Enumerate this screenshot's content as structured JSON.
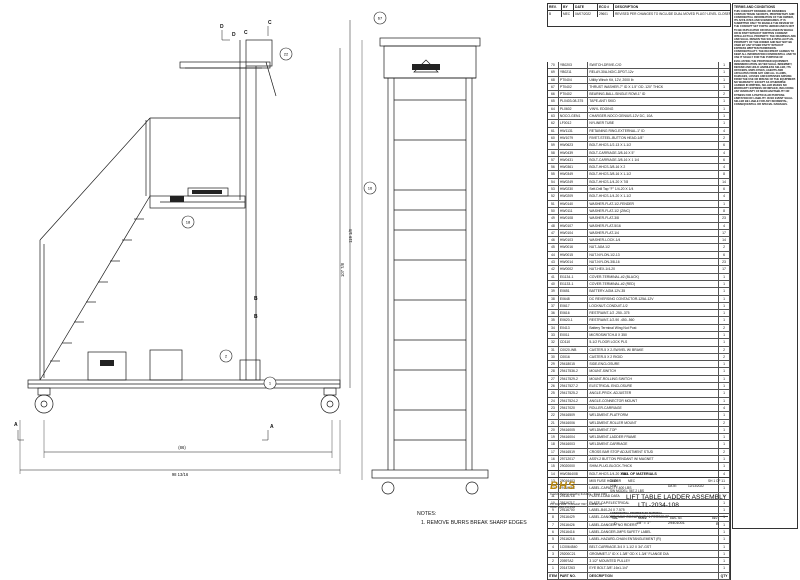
{
  "revision_block": {
    "headers": [
      "REV.",
      "BY",
      "DATE",
      "ECO #",
      "DESCRIPTION"
    ],
    "row": [
      "B",
      "MEC",
      "04/07/2022",
      "29601",
      "REVISED PER CHANGES TO INCLUDE DUAL MOVED PLUG? LEVEL CLOSER TO THE TOP?"
    ]
  },
  "terms": {
    "title": "TERMS AND CONDITIONS",
    "body": "THIS CONCEPT DRAWING OR DRAWINGS CONTAIN TRADE SECRETS, PROPRIETARY AND CONFIDENTIAL INFORMATION OF THE OWNER, ITS AFFILIATES AND SUBSIDIARIES. IT IS SUBMITTED ONLY TO ENABLE THE REVIEW OF THE CONCEPT SET FORTH HEREIN AND IS NOT TO BE DUPLICATED OR DISCLOSED IN WHOLE OR IN PART WITHOUT WRITTEN CONSENT. INTELLECTUAL PROPERTY. THE DRAWINGS ARE AND SHALL REMAIN THE SOLE INTELLECTUAL PROPERTY OF THE OWNER AND MAY NOT BE USED BY ANY OTHER PARTY WITHOUT EXPRESS WRITTEN PERMISSION. CONFIDENTIALITY. THE RECIPIENT AGREES TO KEEP ALL INFORMATION CONFIDENTIAL AND TO USE IT SOLELY FOR THE PURPOSE OF EVALUATING THE PROPOSED EQUIPMENT. INDEMNIFICATION. BUYER SHALL INDEMNIFY, DEFEND AND HOLD HARMLESS SELLER, ITS OFFICERS, EMPLOYEES, AGENTS AND AFFILIATES FROM ANY AND ALL CLAIMS, DAMAGES, LOSSES AND EXPENSES ARISING FROM THE USE OR MISUSE OF THE EQUIPMENT. NO WARRANTY, EXCEPT AS OTHERWISE AGREED IN WRITING, SELLER MAKES NO WARRANTY EXPRESS OR IMPLIED, INCLUDING ANY WARRANTY OF MERCHANTABILITY OR FITNESS FOR A PARTICULAR PURPOSE. LIMITATION OF LIABILITY. IN NO EVENT SHALL SELLER BE LIABLE FOR ANY INCIDENTAL, CONSEQUENTIAL OR SPECIAL DAMAGES."
  },
  "bom": {
    "header": [
      "ITEM",
      "PART NO.",
      "DESCRIPTION",
      "QTY"
    ],
    "title": "BILL OF MATERIALS",
    "rows": [
      [
        "70",
        "YB0203",
        "SWITCH-DRIVE-C/O",
        "1"
      ],
      [
        "69",
        "YB0211",
        "RELAY-30A-NO/C-DPDT-12v",
        "1"
      ],
      [
        "68",
        "PT0404",
        "Utility Winch Kit, 12V, 2000 lb",
        "1"
      ],
      [
        "67",
        "PT0402",
        "THRUST WASHER-7\" ID X 1.5\" OD .120\" THICK",
        "1"
      ],
      [
        "66",
        "PT0402",
        "BEARING-BALL-SINGLE ROW-1\" ID",
        "2"
      ],
      [
        "65",
        "PL0403-08-375",
        "TAPE-ANTI SKID",
        "1"
      ],
      [
        "64",
        "PL0602",
        "VINYL EDGING",
        "1"
      ],
      [
        "63",
        "NOCO-GEN1",
        "CHARGER-NOCO GENIUS-12V DC, 10A",
        "1"
      ],
      [
        "62",
        "LF0012",
        "NYLINER TUBE",
        "1"
      ],
      [
        "61",
        "HW1131",
        "RETAINING RING-EXTERNAL-1\" ID",
        "4"
      ],
      [
        "60",
        "HW1079",
        "RIVET-STEEL-BUTTON HEAD-1/8\"",
        "2"
      ],
      [
        "59",
        "HW0623",
        "BOLT-HHCS-1/2-13 X 1-1/2",
        "6"
      ],
      [
        "58",
        "HW0439",
        "BOLT-CARRIAGE-3/8-16 X 5\"",
        "4"
      ],
      [
        "57",
        "HW0431",
        "BOLT-CARRIAGE-3/8-16 X 1 1/4",
        "6"
      ],
      [
        "56",
        "HW0361",
        "BOLT-HHCS-3/8-16 X 2",
        "4"
      ],
      [
        "55",
        "HW0349",
        "BOLT-HHCS-3/8-16 X 1-1/2",
        "8"
      ],
      [
        "54",
        "HW0249",
        "BOLT-HHCS-1/4-20 X 7/8",
        "14"
      ],
      [
        "53",
        "HW0230",
        "Self-Drill Tap \"F\" 1/4-20 X 1/4",
        "6"
      ],
      [
        "52",
        "HW0209",
        "BOLT-HHCS-1/4-20 X 1-1/2",
        "4"
      ],
      [
        "51",
        "HW0140",
        "WASHER-FLAT-1/2-FENDER",
        "1"
      ],
      [
        "50",
        "HW0111",
        "WASHER-FLAT-1/2 (ZINC)",
        "8"
      ],
      [
        "49",
        "HW0108",
        "WASHER-FLAT-3/8",
        "23"
      ],
      [
        "48",
        "HW0107",
        "WASHER-FLAT-5/16",
        "4"
      ],
      [
        "47",
        "HW0104",
        "WASHER-FLAT-1/4",
        "17"
      ],
      [
        "46",
        "HW0103",
        "WASHER-LOCK-1/4",
        "14"
      ],
      [
        "45",
        "HW0016",
        "NUT-JAM-1/2",
        "2"
      ],
      [
        "44",
        "HW0015",
        "NUT-NYLON-1/2-13",
        "6"
      ],
      [
        "43",
        "HW0014",
        "NUT-NYLON-3/8-16",
        "23"
      ],
      [
        "42",
        "HW0002",
        "NUT-HEX-1/4-20",
        "17"
      ],
      [
        "41",
        "EI1134-1",
        "COVER-TERMINAL-#2 (BLACK)",
        "1"
      ],
      [
        "40",
        "EI1133-1",
        "COVER-TERMINAL-#2 (RED)",
        "1"
      ],
      [
        "39",
        "E0651",
        "BATTERY-AGM-12V-35",
        "1"
      ],
      [
        "38",
        "E0648",
        "DC REVERSING CONTACTOR-125A-12V",
        "1"
      ],
      [
        "37",
        "E0617",
        "LOCKNUT-CONDUIT-1/2",
        "1"
      ],
      [
        "36",
        "E0616",
        "RESTRAINT-1/2 .250-.375",
        "1"
      ],
      [
        "35",
        "E0620-1",
        "RESTRAINT-1/2-90 .450-.560",
        "1"
      ],
      [
        "34",
        "E0413",
        "Battery Terminal Wing Nut Post",
        "2"
      ],
      [
        "33",
        "E0011",
        "MICROSWITCH-8 X 350",
        "1"
      ],
      [
        "32",
        "CD110",
        "5-1/2 FLOOR LOCK PLS",
        "1"
      ],
      [
        "31",
        "C0020-WB",
        "CASTER-5 X 2-SWIVEL W/ BRAKE",
        "2"
      ],
      [
        "30",
        "C0016",
        "CASTER-5 X 2 RIGID",
        "2"
      ],
      [
        "29",
        "29418015",
        "SIDE-ENCLOSURE",
        "1"
      ],
      [
        "28",
        "29417536-2",
        "MOUNT-SWITCH",
        "1"
      ],
      [
        "27",
        "29417529-2",
        "MOUNT-ROLLING SWITCH",
        "1"
      ],
      [
        "26",
        "29417527-2",
        "ELECTRICAL ENCLOSURE",
        "1"
      ],
      [
        "25",
        "29417525-2",
        "ANGLE-PROX. ADJUSTER",
        "1"
      ],
      [
        "24",
        "29417524-2",
        "ANGLE-CONNECTOR MOUNT",
        "1"
      ],
      [
        "23",
        "29417020",
        "ROLLER-CARRIAGE",
        "4"
      ],
      [
        "22",
        "29416509",
        "WELDMENT-PLATFORM",
        "1"
      ],
      [
        "21",
        "29416006",
        "WELDMENT-ROLLER MOUNT",
        "2"
      ],
      [
        "20",
        "29416005",
        "WELDMENT-TOP",
        "1"
      ],
      [
        "19",
        "29416004",
        "WELDMENT-LADDER FRAME",
        "1"
      ],
      [
        "18",
        "29416003",
        "WELDMENT-CARRIAGE",
        "1"
      ],
      [
        "17",
        "29416519",
        "CROSS BAR STOP ADJUSTMENT STUD",
        "2"
      ],
      [
        "16",
        "29712017",
        "ASSY-2 BUTTON PENDANT W/ MAGNET",
        "1"
      ],
      [
        "15",
        "29020000",
        "SHIM-PLUG-BLOCK-THICK",
        "1"
      ],
      [
        "14",
        "HW0364/08",
        "BOLT-HHCS-1/4-20 X 5/8",
        "4"
      ],
      [
        "13",
        "29016403",
        "M05 FUSE HOLDER",
        "1"
      ],
      [
        "12",
        "29116758",
        "LABEL-CAPACITY-400 LBS",
        "1"
      ],
      [
        "11",
        "29116718",
        "PLATE-LOAD DATA",
        "1"
      ],
      [
        "10",
        "29116717",
        "PLATE-CAP.ELECTRICAL",
        "1"
      ],
      [
        "9",
        "29116700",
        "LABEL-B40-24 X 7.575",
        "1"
      ],
      [
        "8",
        "29116429",
        "LABEL-DANGER-\"MAX OCCUPANCY 1 PERSONS\"",
        "1"
      ],
      [
        "7",
        "29116426",
        "LABEL-DANGER-\"NO RIDERS\"",
        "1"
      ],
      [
        "6",
        "29116416",
        "LABEL-DANGER-JMPS SAFETY LABEL",
        "1"
      ],
      [
        "5",
        "29116216",
        "LABEL-HAZARD-CHAIN ENTANGLEMENT (R)",
        "1"
      ],
      [
        "4",
        "1C0064540",
        "BELT-CARRIAGE-3/4 X 1-1/2 X 34\"-GST",
        "1"
      ],
      [
        "3",
        "29200C21",
        "GROMMET-1\" ID X 1-3/8\" OD X 1-3/4\" FLANGE DIA",
        "1"
      ],
      [
        "2",
        "20597A2",
        "3 1/2\" MOUNTED PULLEY",
        "1"
      ],
      [
        "1",
        "20147263",
        "EYE BOLT-3/8\"-16x1-1/4\"",
        "1"
      ]
    ]
  },
  "title_block": {
    "company": "BHS",
    "tagline": "Custom Material Handling Solutions - Since 1979",
    "contact": "P.O. BOX 2668 · 3700 EAST HWY · JASPER, AL 35502 · (800) 454-5505",
    "dwn_label": "DWN:",
    "dwn": "MEC",
    "sheet": "SH 1 OF 1",
    "chk_label": "CHK:",
    "date_label": "DATE:",
    "date": "12/13/2022",
    "sw_model": "SW MODEL: 567.2 LBS",
    "title_line1": "LIFT TABLE LADDER ASSEMBLY",
    "title_line2": "LTL-2034-108",
    "confidential": "CONFIDENTIAL PROPRIETARY MATERIAL",
    "size_label": "SIZE",
    "size": "D",
    "scale_label": "SCALE",
    "scale": "1/8\" = 1\"",
    "dwg_label": "DWG. NO.",
    "dwg_no": "29401001",
    "rev_label": "REV.",
    "rev": "B"
  },
  "drawing": {
    "dims": {
      "d_overall_width": "98 13/16",
      "d_base": "(86)",
      "d_height_right": "119 1/8",
      "d_height_inner": "107 7/8"
    },
    "section_labels": [
      "A",
      "A",
      "B",
      "B",
      "C",
      "C",
      "D",
      "D"
    ],
    "balloons": [
      "22",
      "18",
      "2",
      "1",
      "67",
      "16"
    ]
  },
  "notes": {
    "label": "NOTES:",
    "items": [
      "1.   REMOVE BURRS BREAK SHARP EDGES"
    ]
  }
}
